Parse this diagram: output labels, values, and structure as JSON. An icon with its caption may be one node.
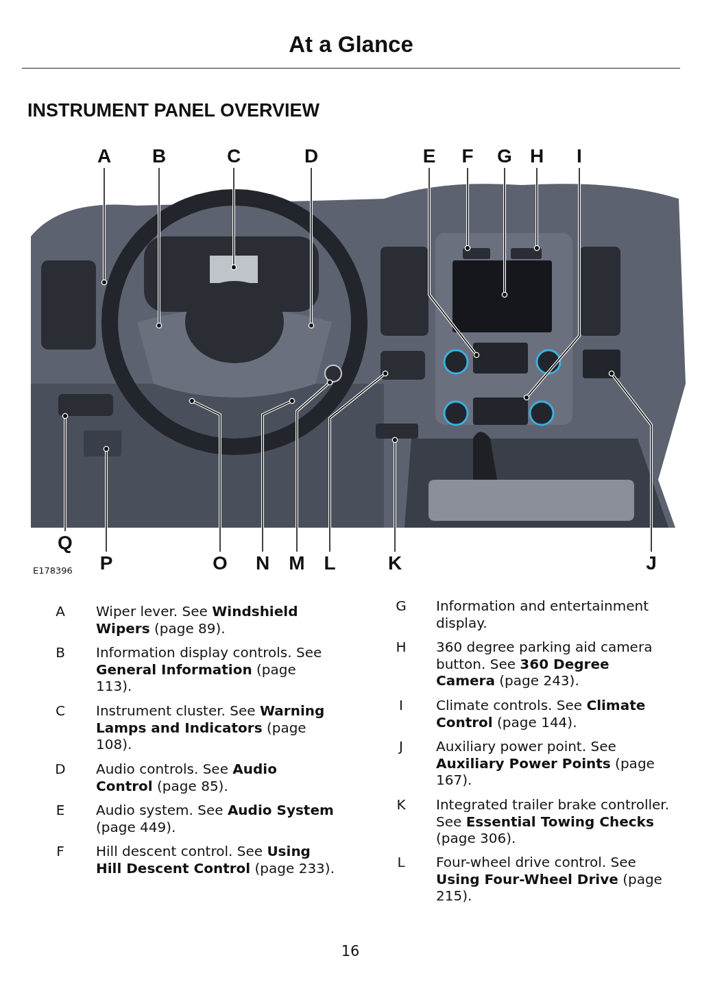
{
  "diagram": {
    "title": "At a Glance",
    "nodes": [
      {
        "text": [
          "A"
        ]
      },
      {
        "text": [
          "B"
        ]
      },
      {
        "text": [
          "C"
        ]
      },
      {
        "text": [
          "D"
        ]
      },
      {
        "text": [
          "E"
        ]
      },
      {
        "text": [
          "F"
        ]
      },
      {
        "text": [
          "G"
        ]
      },
      {
        "text": [
          "H"
        ]
      },
      {
        "text": [
          "I"
        ]
      },
      {
        "text": [
          "Q"
        ]
      },
      {
        "text": [
          "P"
        ]
      },
      {
        "text": [
          "O"
        ]
      },
      {
        "text": [
          "N"
        ]
      },
      {
        "text": [
          "M"
        ]
      },
      {
        "text": [
          "L"
        ]
      },
      {
        "text": [
          "K"
        ]
      },
      {
        "text": [
          "J"
        ]
      }
    ],
    "edges": [
      {
        "from": 0,
        "to": null,
        "arrow": "other"
      },
      {
        "from": 1,
        "to": null,
        "arrow": "other"
      },
      {
        "from": 2,
        "to": null,
        "arrow": "other"
      },
      {
        "from": 3,
        "to": null,
        "arrow": "other"
      },
      {
        "from": 4,
        "to": null,
        "arrow": "other"
      },
      {
        "from": 5,
        "to": null,
        "arrow": "other"
      },
      {
        "from": 6,
        "to": null,
        "arrow": "other"
      },
      {
        "from": 7,
        "to": null,
        "arrow": "other"
      },
      {
        "from": 8,
        "to": null,
        "arrow": "other"
      },
      {
        "from": 9,
        "to": null,
        "arrow": "other"
      },
      {
        "from": 10,
        "to": null,
        "arrow": "other"
      },
      {
        "from": 11,
        "to": null,
        "arrow": "other"
      },
      {
        "from": 12,
        "to": null,
        "arrow": "other"
      },
      {
        "from": 13,
        "to": null,
        "arrow": "other"
      },
      {
        "from": 14,
        "to": null,
        "arrow": "other"
      },
      {
        "from": 15,
        "to": null,
        "arrow": "other"
      },
      {
        "from": 16,
        "to": null,
        "arrow": "other"
      }
    ],
    "labels": [
      "INSTRUMENT PANEL OVERVIEW",
      "E178396",
      "A",
      "Wiper lever. See **Windshield Wipers** (page 89).",
      "B",
      "Information display controls. See **General Information** (page 113).",
      "C",
      "Instrument cluster. See **Warning Lamps and Indicators** (page 108).",
      "D",
      "Audio controls. See **Audio Control** (page 85).",
      "E",
      "Audio system. See **Audio System** (page 449).",
      "F",
      "Hill descent control. See **Using Hill Descent Control** (page 233).",
      "G",
      "Information and entertainment display.",
      "H",
      "360 degree parking aid camera button. See **360 Degree Camera** (page 243).",
      "I",
      "Climate controls. See **Climate Control** (page 144).",
      "J",
      "Auxiliary power point. See **Auxiliary Power Points** (page 167).",
      "K",
      "Integrated trailer brake controller. See **Essential Towing Checks** (page 306).",
      "L",
      "Four-wheel drive control. See **Using Four-Wheel Drive** (page 215).",
      "16"
    ]
  }
}
